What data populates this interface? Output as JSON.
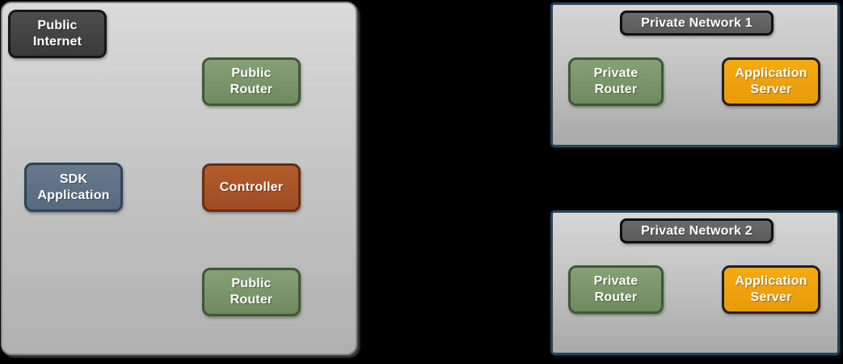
{
  "diagram": {
    "public_zone": {
      "nodes": {
        "public_internet": "Public Internet",
        "public_router_top": "Public Router",
        "sdk_application": "SDK Application",
        "controller": "Controller",
        "public_router_bottom": "Public Router"
      }
    },
    "private_networks": [
      {
        "title": "Private Network 1",
        "router": "Private Router",
        "server": "Application Server"
      },
      {
        "title": "Private Network 2",
        "router": "Private Router",
        "server": "Application Server"
      }
    ],
    "colors": {
      "background": "#000000",
      "zone_fill_top": "#dadada",
      "zone_fill_bottom": "#b0b0b0",
      "zone_border": "#8a8a8a",
      "network_border": "#24455b",
      "node_dark": "#424242",
      "node_green": "#7b9669",
      "node_blue": "#5f7386",
      "node_rust": "#a95327",
      "node_orange": "#f3a40d",
      "label_gray": "#626262",
      "text": "#ffffff"
    }
  }
}
